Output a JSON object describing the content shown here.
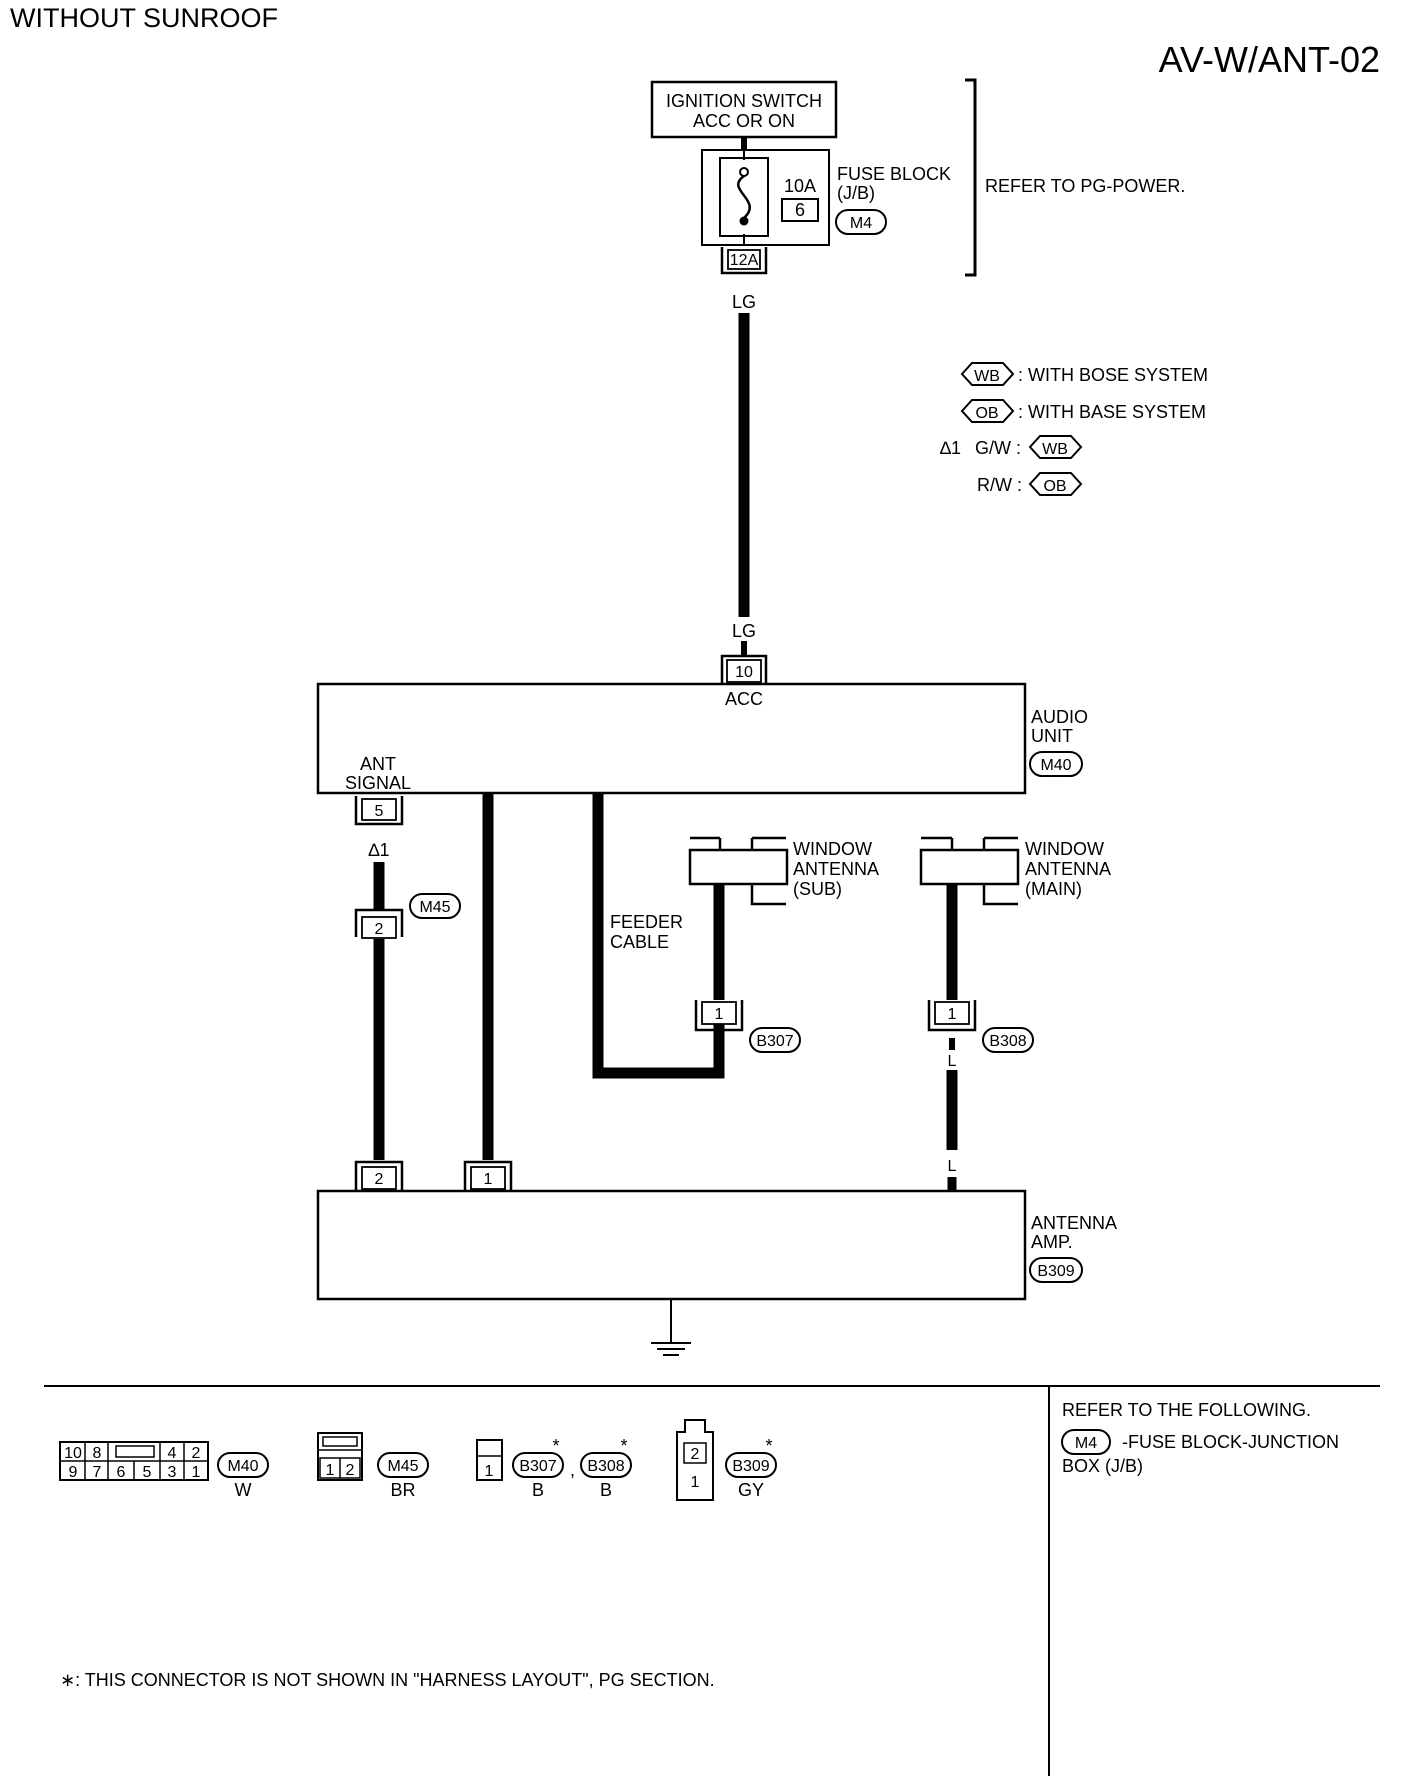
{
  "header": {
    "variant": "WITHOUT SUNROOF",
    "page_code": "AV-W/ANT-02"
  },
  "ignition_switch": {
    "line1": "IGNITION SWITCH",
    "line2": "ACC OR ON"
  },
  "fuse_block": {
    "amp": "10A",
    "fuse_no": "6",
    "terminal": "12A",
    "label1": "FUSE BLOCK",
    "label2": "(J/B)",
    "connector": "M4",
    "refer": "REFER TO PG-POWER."
  },
  "wire_colors": {
    "lg": "LG",
    "l": "L"
  },
  "legend": {
    "wb_tag": "WB",
    "wb_text": ": WITH BOSE SYSTEM",
    "ob_tag": "OB",
    "ob_text": ": WITH BASE SYSTEM",
    "star1": "∆1",
    "gw": "G/W :",
    "rw": "R/W :"
  },
  "audio_unit": {
    "label1": "AUDIO",
    "label2": "UNIT",
    "connector": "M40",
    "acc_pin": "10",
    "acc_label": "ACC",
    "ant_label1": "ANT",
    "ant_label2": "SIGNAL",
    "ant_pin": "5",
    "star_note": "∆1"
  },
  "m45": {
    "connector": "M45",
    "pin": "2"
  },
  "feeder": {
    "line1": "FEEDER",
    "line2": "CABLE"
  },
  "window_sub": {
    "line1": "WINDOW",
    "line2": "ANTENNA",
    "line3": "(SUB)",
    "pin": "1",
    "connector": "B307"
  },
  "window_main": {
    "line1": "WINDOW",
    "line2": "ANTENNA",
    "line3": "(MAIN)",
    "pin": "1",
    "connector": "B308"
  },
  "antenna_amp": {
    "label1": "ANTENNA",
    "label2": "AMP.",
    "connector": "B309",
    "pin_a": "2",
    "pin_b": "1"
  },
  "connector_views": {
    "m40_top": [
      "10",
      "8",
      "4",
      "2"
    ],
    "m40_bottom": [
      "9",
      "7",
      "6",
      "5",
      "3",
      "1"
    ],
    "m40_id": "M40",
    "m40_color": "W",
    "m45_pins": [
      "1",
      "2"
    ],
    "m45_id": "M45",
    "m45_color": "BR",
    "b307_pin": "1",
    "b307_id": "B307",
    "b307_color": "B",
    "comma": ",",
    "b308_id": "B308",
    "b308_color": "B",
    "b309_pins": [
      "2",
      "1"
    ],
    "b309_id": "B309",
    "b309_color": "GY",
    "asterisk": "*"
  },
  "refer_box": {
    "title": "REFER TO THE FOLLOWING.",
    "connector": "M4",
    "text1": "-FUSE BLOCK-JUNCTION",
    "text2": "BOX (J/B)"
  },
  "footnote": "∗: THIS CONNECTOR IS NOT SHOWN IN \"HARNESS LAYOUT\", PG SECTION."
}
